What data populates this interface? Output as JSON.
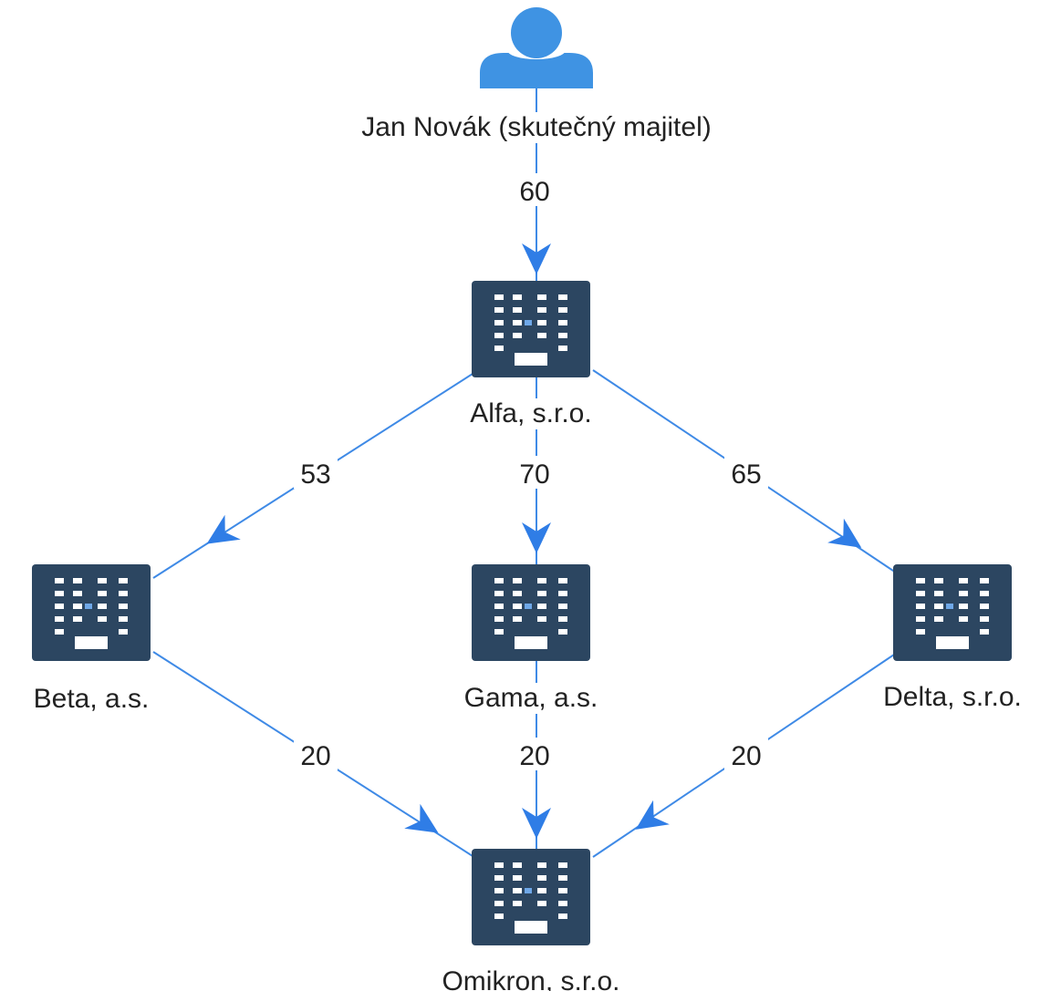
{
  "colors": {
    "edge": "#3f8ae6",
    "arrow": "#2f7de6",
    "company_icon": "#2c4661",
    "company_window": "#ffffff",
    "person_icon": "#3f93e3",
    "text": "#222222"
  },
  "nodes": [
    {
      "id": "jan",
      "kind": "person",
      "icon": "person-icon",
      "label": "Jan Novák (skutečný majitel)"
    },
    {
      "id": "alfa",
      "kind": "company",
      "icon": "building-icon",
      "label": "Alfa, s.r.o."
    },
    {
      "id": "beta",
      "kind": "company",
      "icon": "building-icon",
      "label": "Beta, a.s."
    },
    {
      "id": "gama",
      "kind": "company",
      "icon": "building-icon",
      "label": "Gama, a.s."
    },
    {
      "id": "delta",
      "kind": "company",
      "icon": "building-icon",
      "label": "Delta, s.r.o."
    },
    {
      "id": "omikron",
      "kind": "company",
      "icon": "building-icon",
      "label": "Omikron, s.r.o."
    }
  ],
  "edges": [
    {
      "from": "jan",
      "to": "alfa",
      "label": "60"
    },
    {
      "from": "alfa",
      "to": "beta",
      "label": "53"
    },
    {
      "from": "alfa",
      "to": "gama",
      "label": "70"
    },
    {
      "from": "alfa",
      "to": "delta",
      "label": "65"
    },
    {
      "from": "beta",
      "to": "omikron",
      "label": "20"
    },
    {
      "from": "gama",
      "to": "omikron",
      "label": "20"
    },
    {
      "from": "delta",
      "to": "omikron",
      "label": "20"
    }
  ]
}
